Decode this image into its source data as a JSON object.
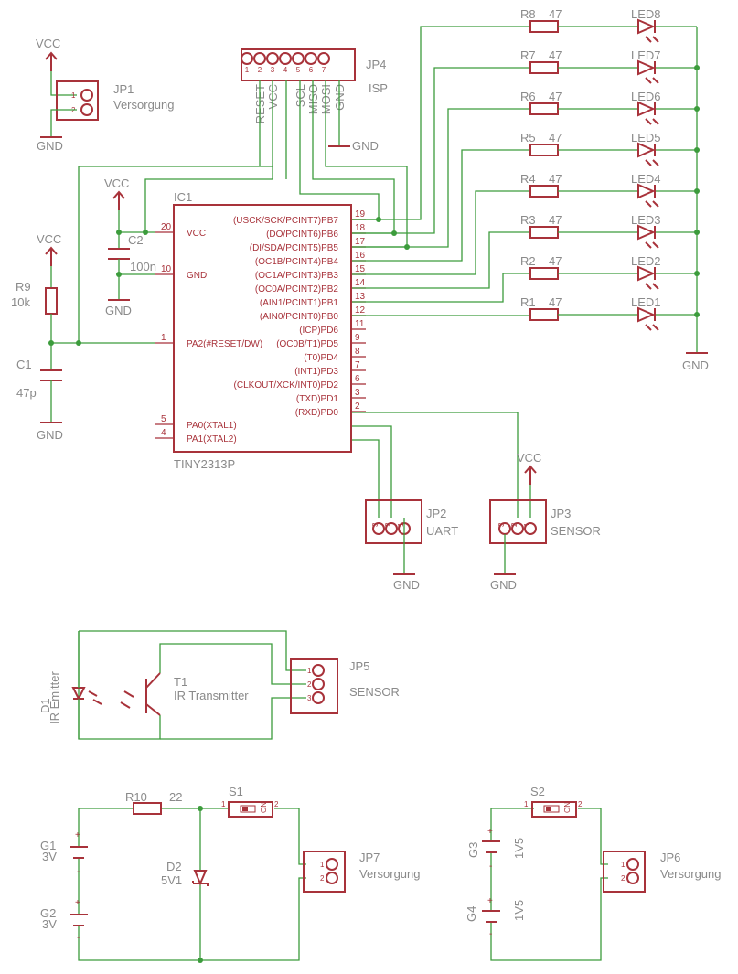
{
  "labels": {
    "vcc": "VCC",
    "gnd": "GND",
    "jp1": "JP1",
    "jp1_desc": "Versorgung",
    "jp4": "JP4",
    "jp4_desc": "ISP",
    "ic1": "IC1",
    "ic1_type": "TINY2313P",
    "c2": "C2",
    "c2_val": "100n",
    "r9": "R9",
    "r9_val": "10k",
    "c1": "C1",
    "c1_val": "47p",
    "jp2": "JP2",
    "jp2_desc": "UART",
    "jp3": "JP3",
    "jp3_desc": "SENSOR",
    "jp5": "JP5",
    "jp5_desc": "SENSOR",
    "t1": "T1",
    "t1_desc": "IR Transmitter",
    "d1": "D1",
    "d1_desc": "IR Emitter",
    "r10": "R10",
    "r10_val": "22",
    "s1": "S1",
    "s2": "S2",
    "on": "ON",
    "d2": "D2",
    "d2_val": "5V1",
    "g1": "G1",
    "g1_val": "3V",
    "g2": "G2",
    "g2_val": "3V",
    "g3": "G3",
    "g3_val": "1V5",
    "g4": "G4",
    "g4_val": "1V5",
    "jp7": "JP7",
    "jp7_desc": "Versorgung",
    "jp6": "JP6",
    "jp6_desc": "Versorgung",
    "plus": "+",
    "minus": "-"
  },
  "isp_pins": [
    "RESET",
    "VCC",
    "SCL",
    "MISO",
    "MOSI",
    "GND"
  ],
  "pin_numbers": [
    "1",
    "2",
    "3",
    "4",
    "5",
    "6",
    "7"
  ],
  "ic_left": [
    {
      "num": "20",
      "name": "VCC"
    },
    {
      "num": "10",
      "name": "GND"
    },
    {
      "num": "1",
      "name": "PA2(#RESET/DW)"
    },
    {
      "num": "5",
      "name": "PA0(XTAL1)"
    },
    {
      "num": "4",
      "name": "PA1(XTAL2)"
    }
  ],
  "ic_right": [
    {
      "num": "19",
      "name": "(USCK/SCK/PCINT7)PB7"
    },
    {
      "num": "18",
      "name": "(DO/PCINT6)PB6"
    },
    {
      "num": "17",
      "name": "(DI/SDA/PCINT5)PB5"
    },
    {
      "num": "16",
      "name": "(OC1B/PCINT4)PB4"
    },
    {
      "num": "15",
      "name": "(OC1A/PCINT3)PB3"
    },
    {
      "num": "14",
      "name": "(OC0A/PCINT2)PB2"
    },
    {
      "num": "13",
      "name": "(AIN1/PCINT1)PB1"
    },
    {
      "num": "12",
      "name": "(AIN0/PCINT0)PB0"
    },
    {
      "num": "11",
      "name": "(ICP)PD6"
    },
    {
      "num": "9",
      "name": "(OC0B/T1)PD5"
    },
    {
      "num": "8",
      "name": "(T0)PD4"
    },
    {
      "num": "7",
      "name": "(INT1)PD3"
    },
    {
      "num": "6",
      "name": "(CLKOUT/XCK/INT0)PD2"
    },
    {
      "num": "3",
      "name": "(TXD)PD1"
    },
    {
      "num": "2",
      "name": "(RXD)PD0"
    }
  ],
  "leds": [
    {
      "r": "R8",
      "rv": "47",
      "led": "LED8"
    },
    {
      "r": "R7",
      "rv": "47",
      "led": "LED7"
    },
    {
      "r": "R6",
      "rv": "47",
      "led": "LED6"
    },
    {
      "r": "R5",
      "rv": "47",
      "led": "LED5"
    },
    {
      "r": "R4",
      "rv": "47",
      "led": "LED4"
    },
    {
      "r": "R3",
      "rv": "47",
      "led": "LED3"
    },
    {
      "r": "R2",
      "rv": "47",
      "led": "LED2"
    },
    {
      "r": "R1",
      "rv": "47",
      "led": "LED1"
    }
  ]
}
